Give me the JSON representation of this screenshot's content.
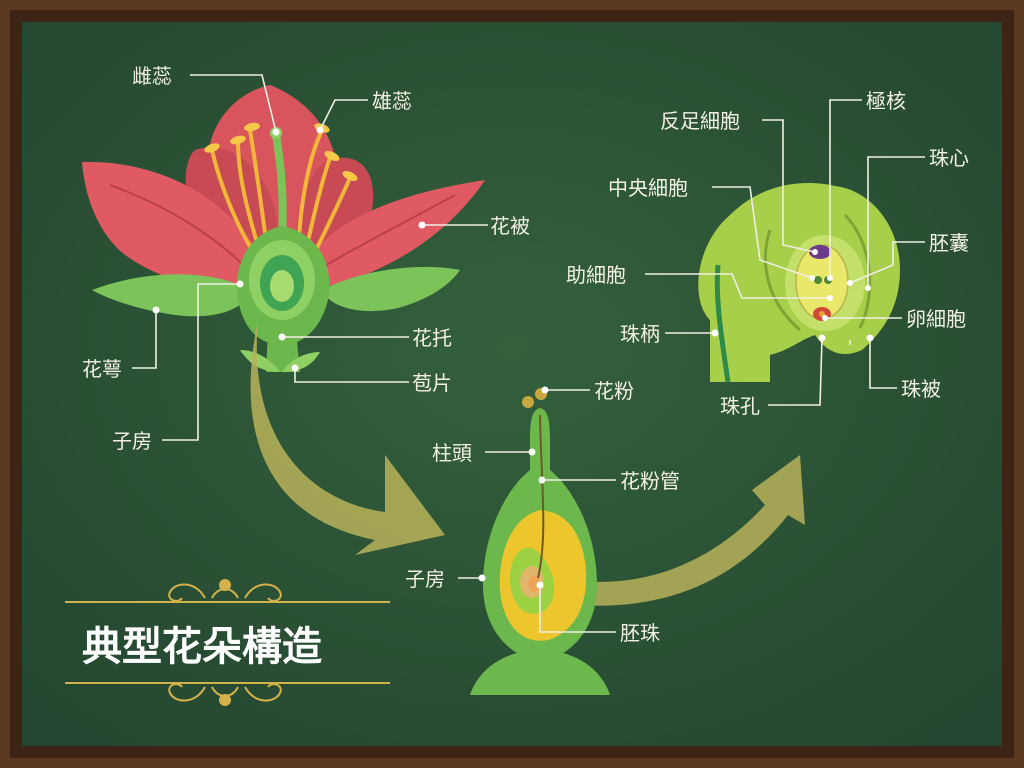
{
  "title": "典型花朵構造",
  "labels": {
    "pistil": "雌蕊",
    "stamen": "雄蕊",
    "tepal": "花被",
    "sepal": "花萼",
    "receptacle": "花托",
    "bract": "苞片",
    "ovary": "子房",
    "pollen": "花粉",
    "stigma": "柱頭",
    "pollen_tube": "花粉管",
    "ovary2": "子房",
    "ovule": "胚珠",
    "antipodal": "反足細胞",
    "polar_nuclei": "極核",
    "nucellus": "珠心",
    "central_cell": "中央細胞",
    "embryo_sac": "胚囊",
    "synergid": "助細胞",
    "egg_cell": "卵細胞",
    "funiculus": "珠柄",
    "micropyle": "珠孔",
    "integument": "珠被"
  },
  "colors": {
    "chalkboard": "#2d5335",
    "frame": "#5c3a22",
    "petal": "#d9555e",
    "leaf": "#7cc35a",
    "stamen": "#f2b73a",
    "arrow": "#b8b25a",
    "ovary_yellow": "#ecc62c",
    "ovule_green": "#9bd142",
    "ornament": "#d4b24a"
  }
}
